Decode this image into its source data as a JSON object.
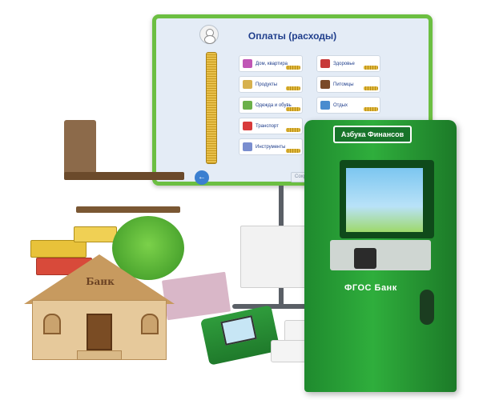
{
  "whiteboard": {
    "title": "Оплаты (расходы)",
    "categories_left": [
      {
        "label": "Дом, квартира",
        "color": "#c056b5"
      },
      {
        "label": "Продукты",
        "color": "#d7b14e"
      },
      {
        "label": "Одежда и обувь",
        "color": "#6bb04a"
      },
      {
        "label": "Транспорт",
        "color": "#d83a3a"
      },
      {
        "label": "Инструменты",
        "color": "#7a8ecf"
      }
    ],
    "categories_right": [
      {
        "label": "Здоровье",
        "color": "#c73a3a"
      },
      {
        "label": "Питомцы",
        "color": "#7a4a28"
      },
      {
        "label": "Отдых",
        "color": "#4a8ccf"
      }
    ],
    "back_icon": "exit-arrow-icon",
    "save_label": "Сохранить"
  },
  "atm": {
    "header": "Азбука Финансов",
    "brand": "ФГОС Банк",
    "color": "#2fae3c"
  },
  "house": {
    "sign": "Банк"
  }
}
